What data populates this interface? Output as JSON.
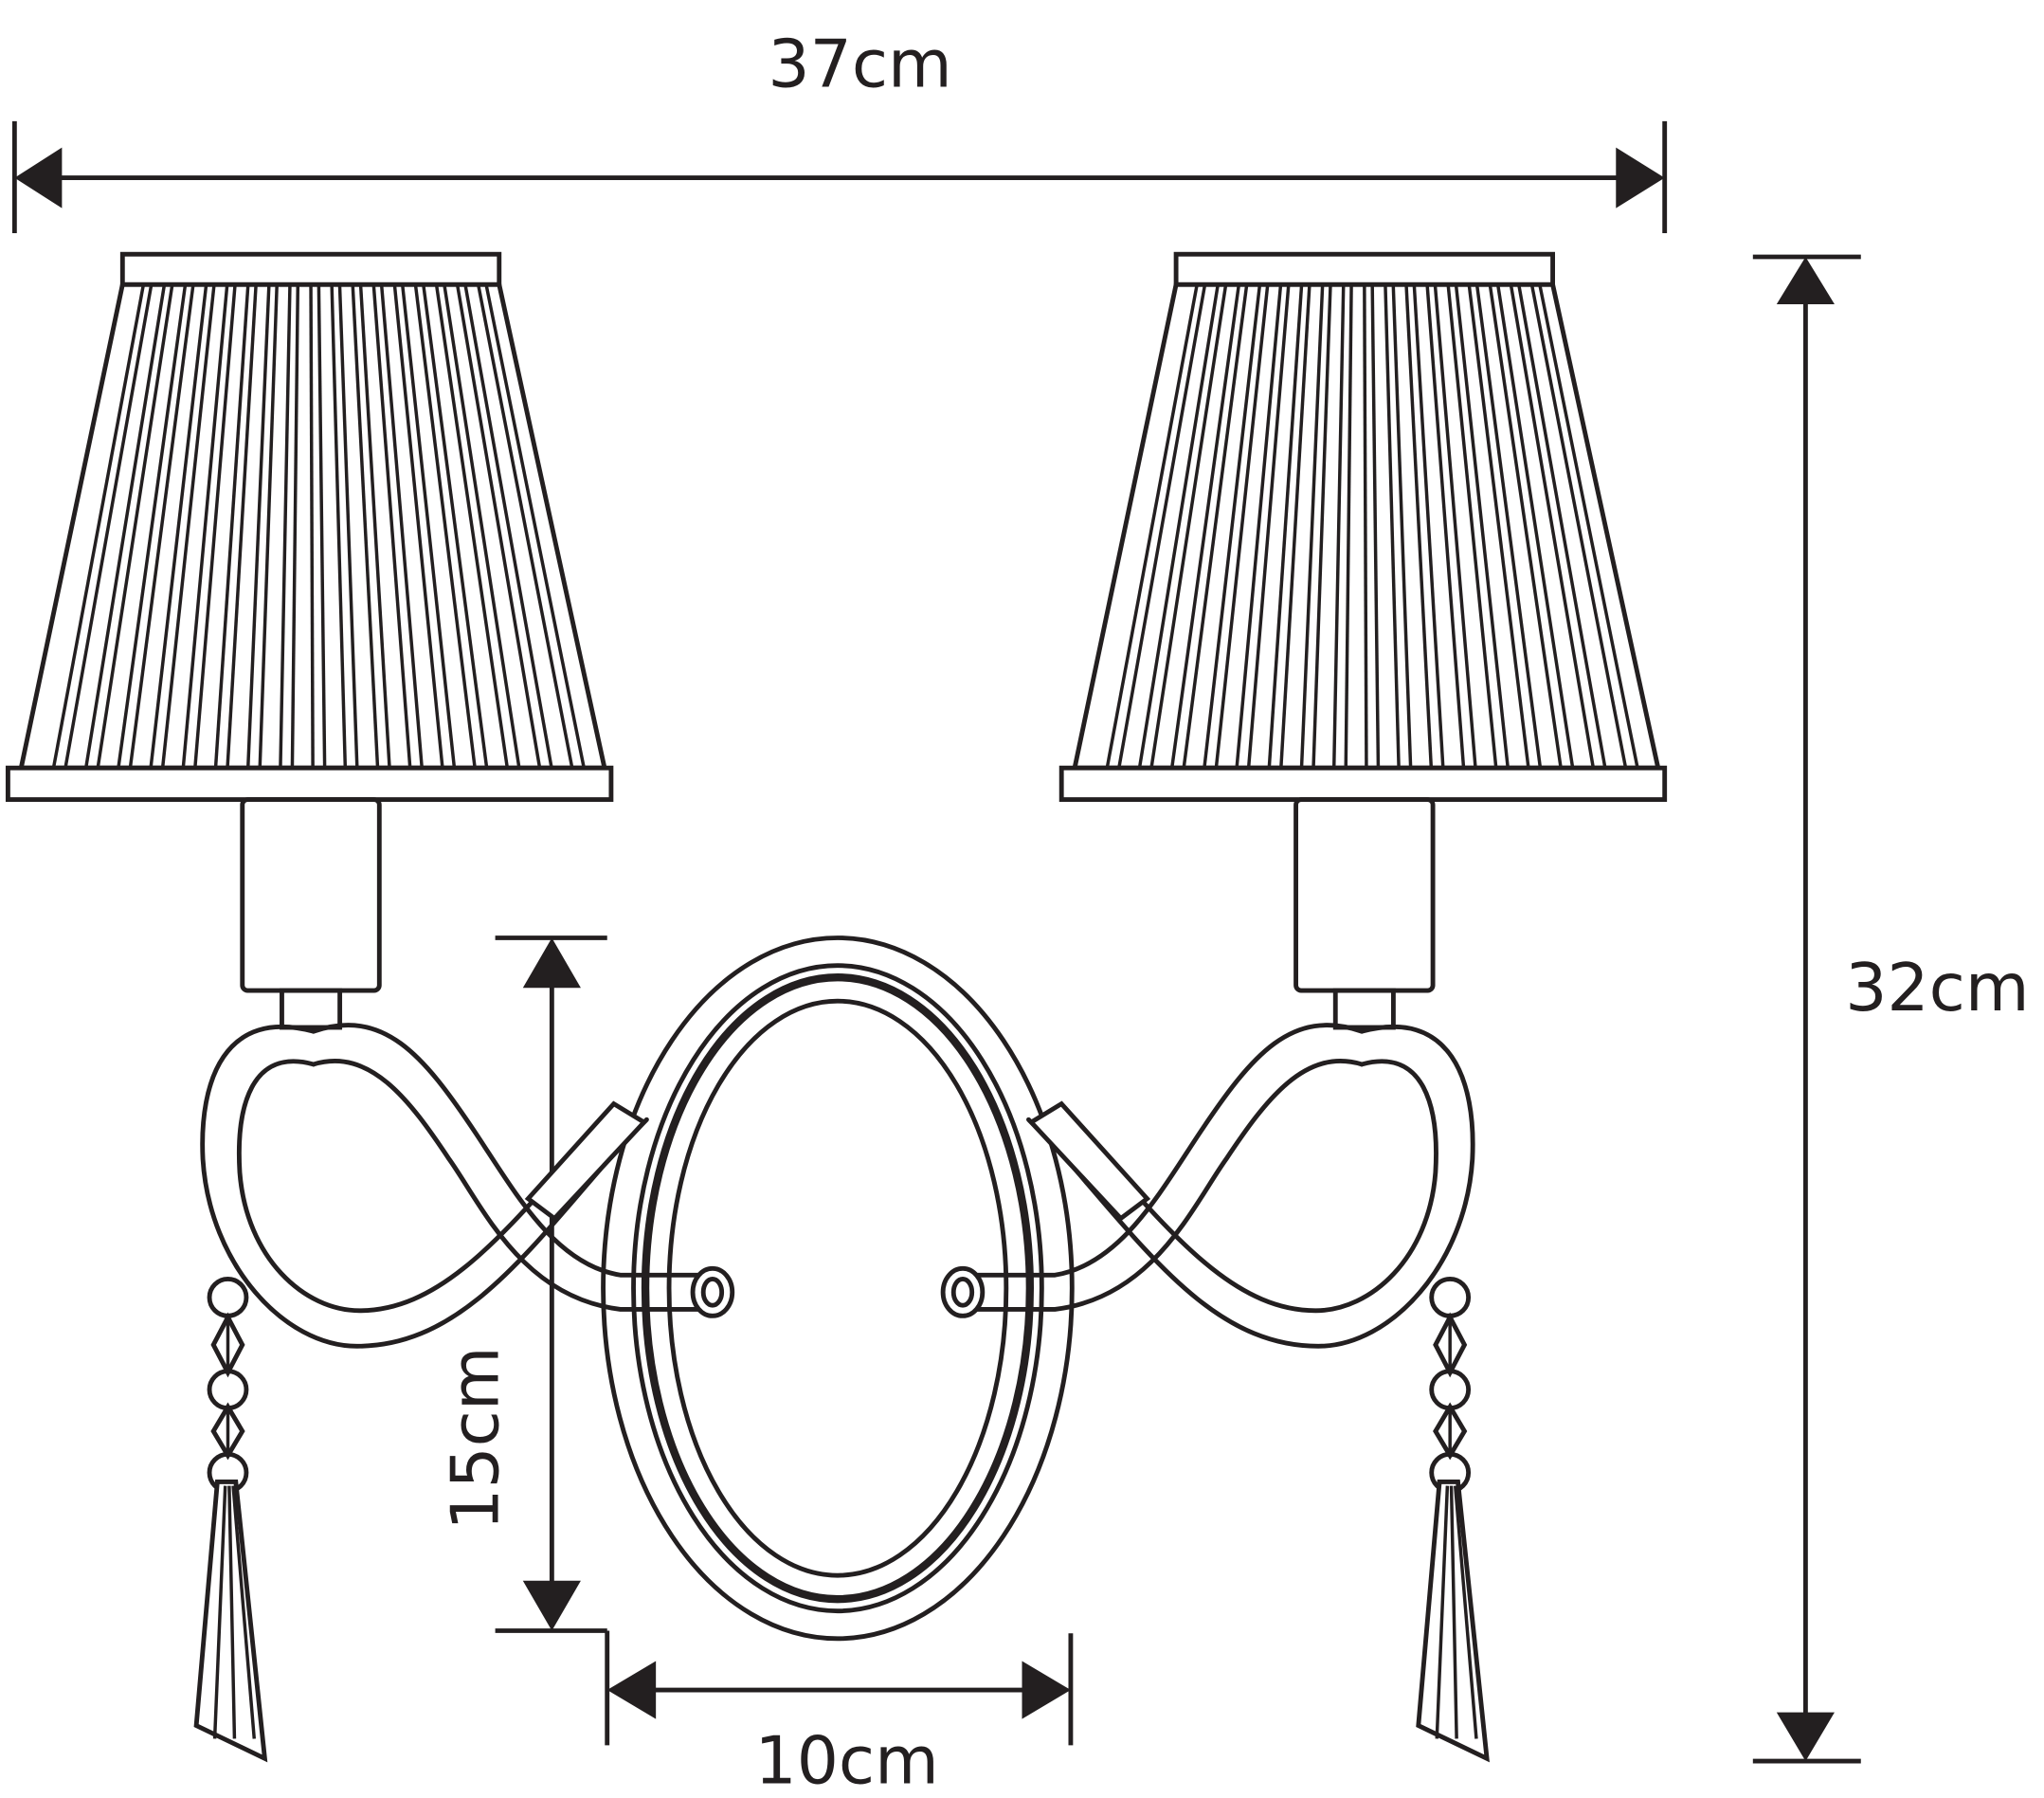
{
  "diagram": {
    "title": "Two-arm wall sconce dimensions",
    "dimensions": {
      "width": "37cm",
      "height": "32cm",
      "backplate_height": "15cm",
      "backplate_width": "10cm"
    },
    "colors": {
      "line": "#231f20",
      "background": "#ffffff"
    }
  }
}
